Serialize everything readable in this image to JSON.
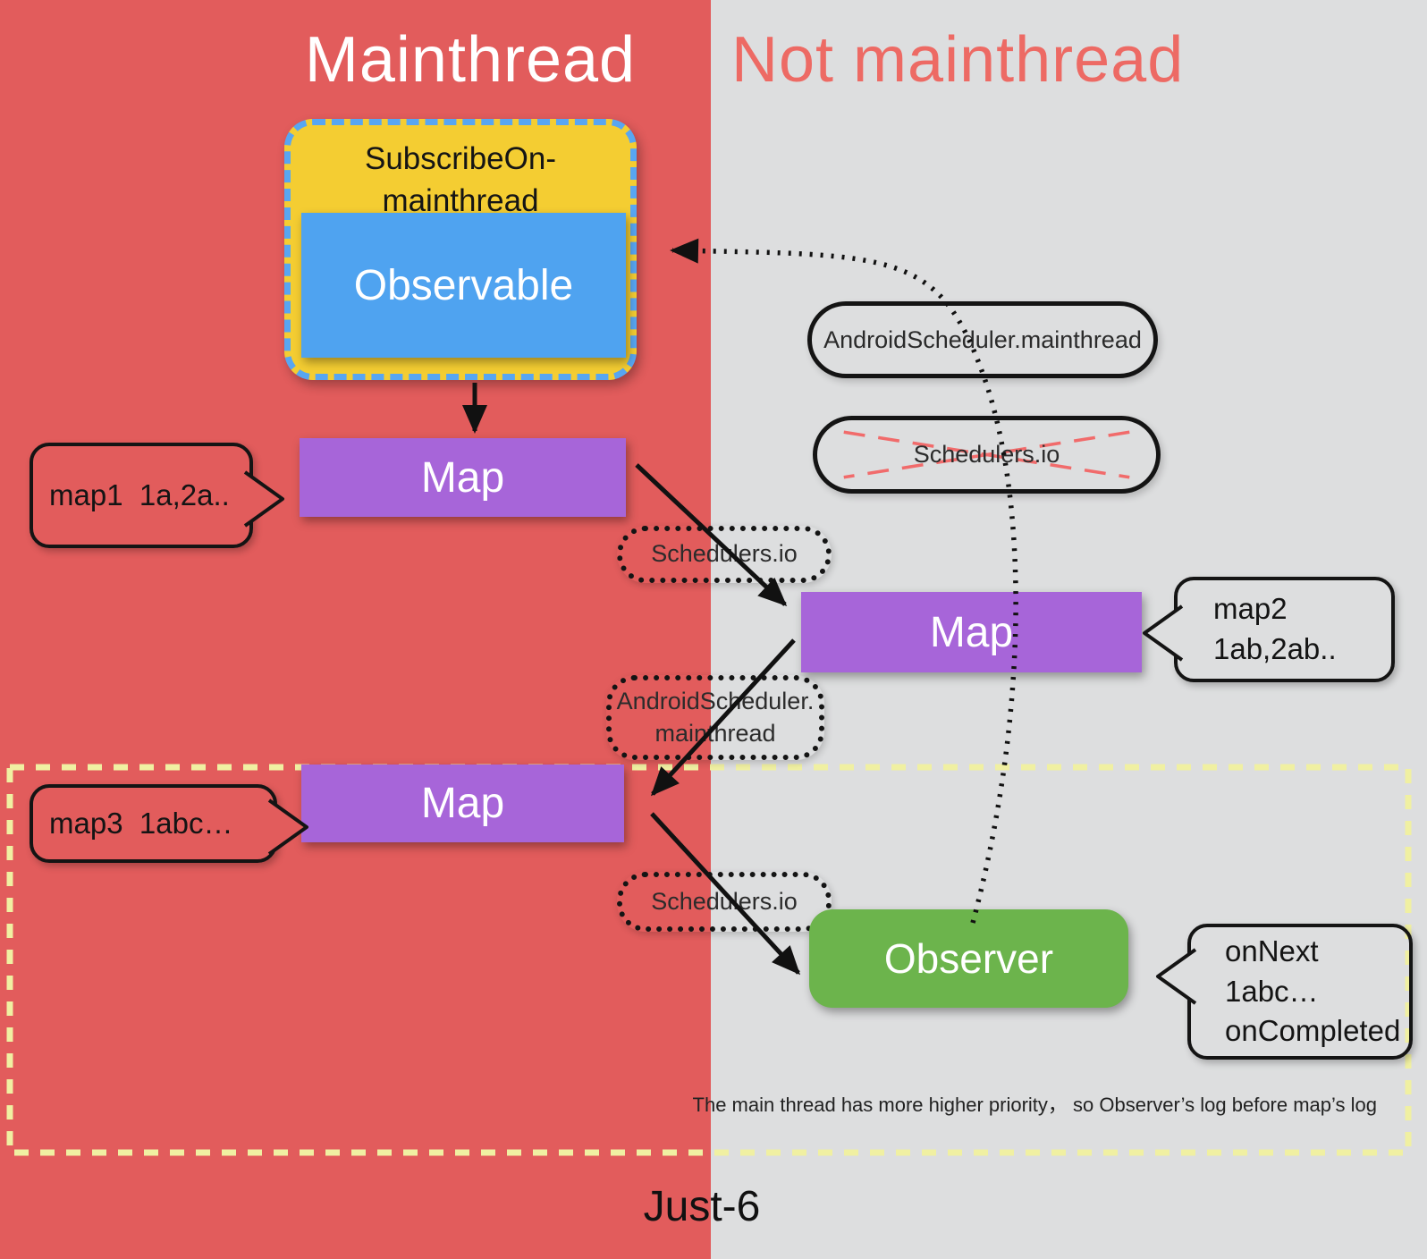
{
  "titles": {
    "left": "Mainthread",
    "right": "Not mainthread"
  },
  "subscribe_group": {
    "label": "SubscribeOn-\nmainthread",
    "observable": "Observable"
  },
  "map_nodes": {
    "map1": "Map",
    "map2": "Map",
    "map3": "Map"
  },
  "observer_node": {
    "label": "Observer"
  },
  "scheduler_pills": {
    "android_solid": "AndroidScheduler.mainthread",
    "schedulers_crossed": "Schedulers.io",
    "schedulers_dotted_upper": "Schedulers.io",
    "android_dotted": "AndroidScheduler.\nmainthread",
    "schedulers_dotted_lower": "Schedulers.io"
  },
  "callouts": {
    "map1": "map1  1a,2a..",
    "map2": "map2  1ab,2ab..",
    "map3": "map3  1abc…",
    "observer": "onNext  1abc…\nonCompleted"
  },
  "note": "The main thread has more higher priority， so Observer’s log before map’s log",
  "caption": "Just-6",
  "colors": {
    "mainthread_bg": "#E25C5C",
    "not_mainthread_bg": "#DDDEDF",
    "map_box": "#A765D9",
    "observable_box": "#4FA3F0",
    "subscribe_box_fill": "#F4CD32",
    "subscribe_box_border": "#58A6F2",
    "observer_box": "#6CB44C",
    "dashed_region_border": "#F0F0A2",
    "crossed_out_x": "#F16B6B",
    "title_right_text": "#ED6A64"
  }
}
